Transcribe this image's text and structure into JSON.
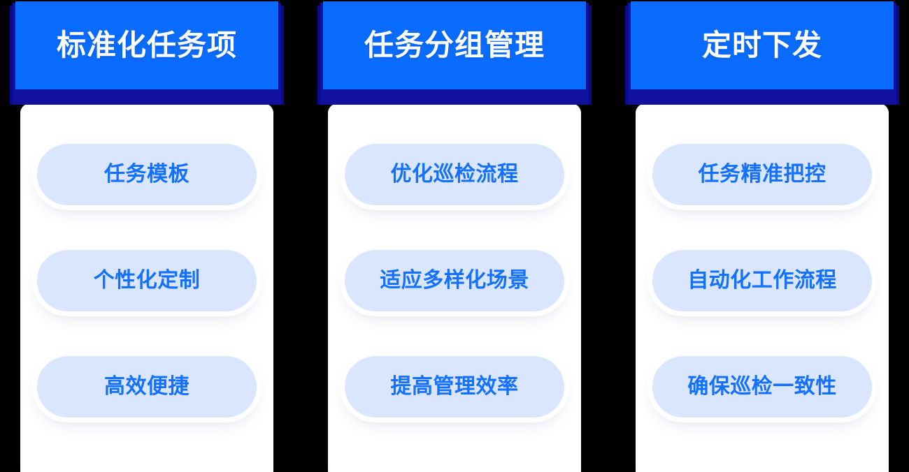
{
  "theme": {
    "page_background": "#000000",
    "header_blue": "#0a6bff",
    "header_shadow_navy": "#0a0a8c",
    "card_white": "#ffffff",
    "pill_background": "#d9e6fd",
    "pill_text": "#1470ff",
    "header_text": "#ffffff"
  },
  "cards": [
    {
      "title": "标准化任务项",
      "items": [
        {
          "label": "任务模板"
        },
        {
          "label": "个性化定制"
        },
        {
          "label": "高效便捷"
        }
      ]
    },
    {
      "title": "任务分组管理",
      "items": [
        {
          "label": "优化巡检流程"
        },
        {
          "label": "适应多样化场景"
        },
        {
          "label": "提高管理效率"
        }
      ]
    },
    {
      "title": "定时下发",
      "items": [
        {
          "label": "任务精准把控"
        },
        {
          "label": "自动化工作流程"
        },
        {
          "label": "确保巡检一致性"
        }
      ]
    }
  ]
}
